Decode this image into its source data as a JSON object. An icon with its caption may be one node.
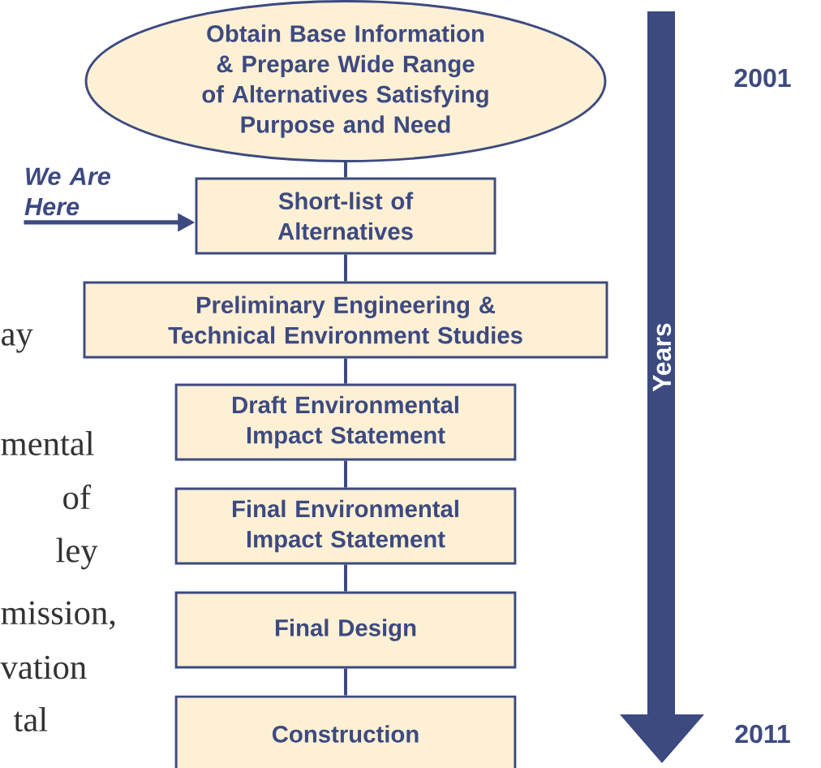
{
  "diagram": {
    "nodes": [
      {
        "text": [
          "Obtain Base Information & Prepare Wide Range of Alternatives Satisfying Purpose and Need"
        ]
      },
      {
        "text": [
          "Short-list of Alternatives"
        ]
      },
      {
        "text": [
          "Preliminary Engineering & Technical Environment Studies"
        ]
      },
      {
        "text": [
          "Draft Environmental Impact Statement"
        ]
      },
      {
        "text": [
          "Final Environmental Impact Statement"
        ]
      },
      {
        "text": [
          "Final Design"
        ]
      },
      {
        "text": [
          "Construction"
        ]
      },
      {
        "text": [
          "We Are Here"
        ]
      }
    ],
    "edges": [
      {
        "from": 0,
        "to": 1,
        "arrow": "none"
      },
      {
        "from": 1,
        "to": 2,
        "arrow": "none"
      },
      {
        "from": 2,
        "to": 3,
        "arrow": "none"
      },
      {
        "from": 3,
        "to": 4,
        "arrow": "none"
      },
      {
        "from": 4,
        "to": 5,
        "arrow": "none"
      },
      {
        "from": 5,
        "to": 6,
        "arrow": "none"
      },
      {
        "from": 7,
        "to": 1,
        "arrow": "to"
      }
    ],
    "labels": [
      "2001",
      "Years",
      "2011",
      "ay",
      "mental",
      "of",
      "ley",
      "mission,",
      "vation",
      "tal"
    ]
  }
}
